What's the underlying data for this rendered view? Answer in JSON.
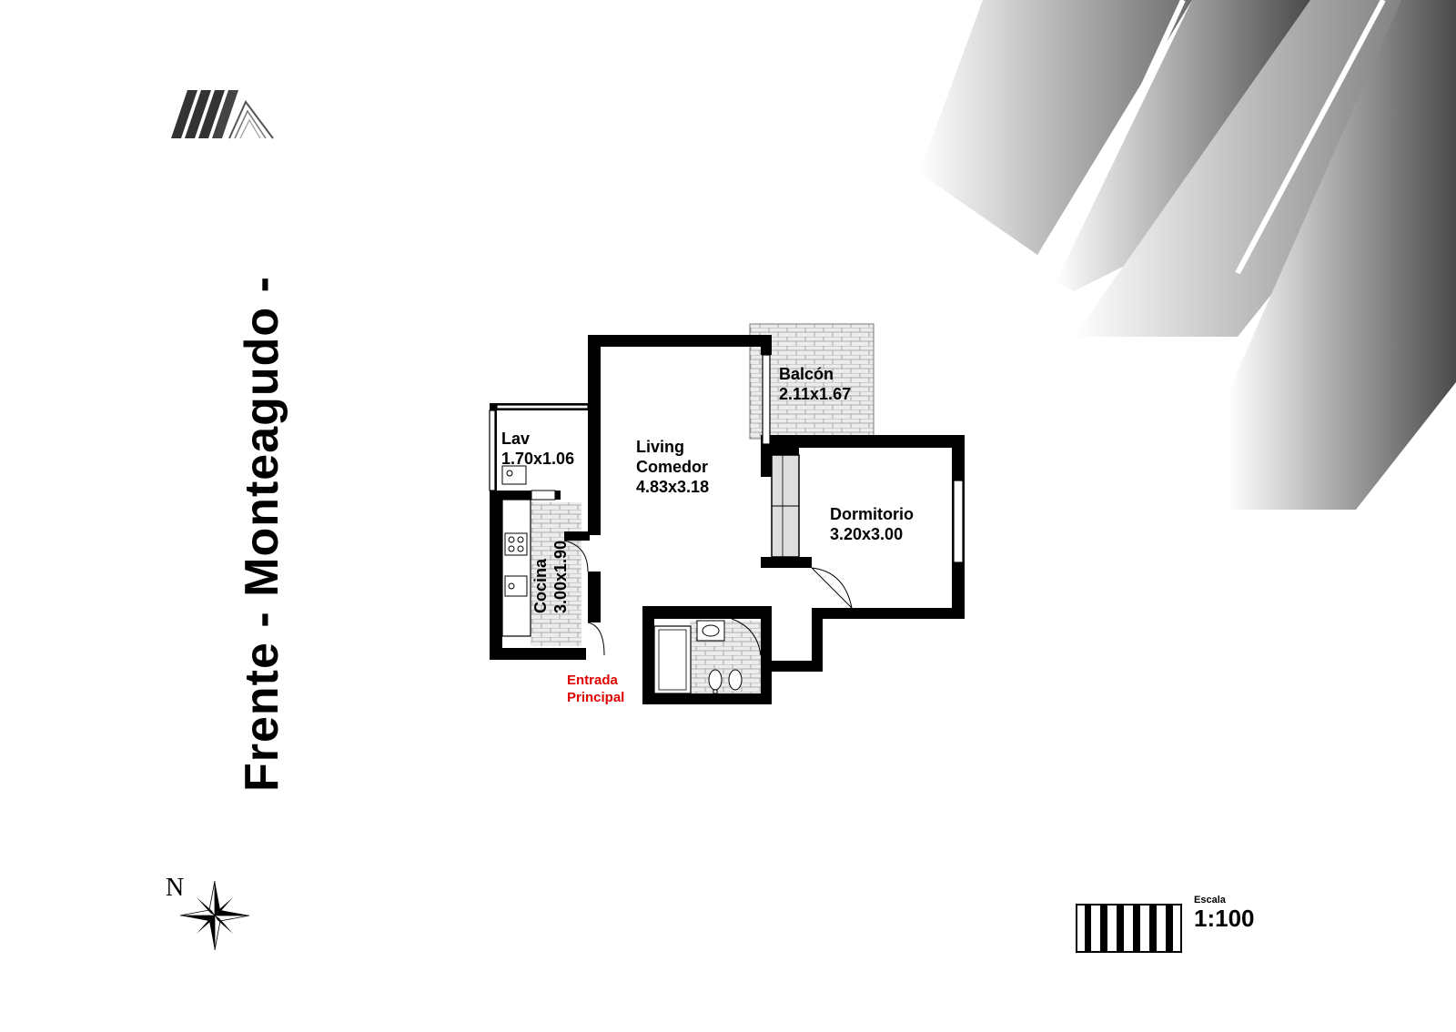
{
  "title": "Frente - Monteagudo -",
  "rooms": {
    "balcon": {
      "name": "Balcón",
      "size": "2.11x1.67"
    },
    "lav": {
      "name": "Lav",
      "size": "1.70x1.06"
    },
    "living": {
      "name_line1": "Living",
      "name_line2": "Comedor",
      "size": "4.83x3.18"
    },
    "dormitorio": {
      "name": "Dormitorio",
      "size": "3.20x3.00"
    },
    "cocina": {
      "name": "Cocina",
      "size": "3.00x1.90"
    }
  },
  "entrance": {
    "line1": "Entrada",
    "line2": "Principal",
    "color": "#e00000"
  },
  "compass": {
    "label": "N"
  },
  "scale": {
    "label": "Escala",
    "value": "1:100"
  }
}
